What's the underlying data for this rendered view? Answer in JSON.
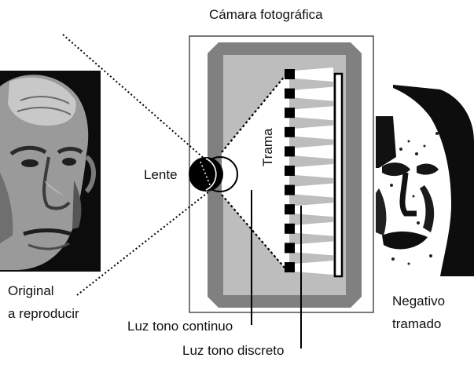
{
  "labels": {
    "camera": "Cámara fotográfica",
    "lens": "Lente",
    "screen": "Trama",
    "original_line1": "Original",
    "original_line2": "a reproducir",
    "negative_line1": "Negativo",
    "negative_line2": "tramado",
    "light_continuous": "Luz tono continuo",
    "light_discrete": "Luz tono discreto"
  }
}
